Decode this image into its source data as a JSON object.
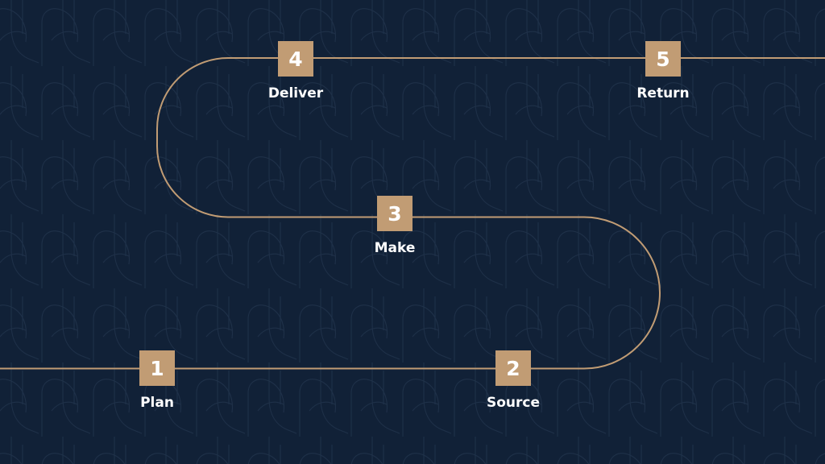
{
  "colors": {
    "background": "#112137",
    "accent": "#c19c74",
    "text": "#ffffff",
    "pattern_line": "#1e3048"
  },
  "steps": [
    {
      "number": "1",
      "label": "Plan"
    },
    {
      "number": "2",
      "label": "Source"
    },
    {
      "number": "3",
      "label": "Make"
    },
    {
      "number": "4",
      "label": "Deliver"
    },
    {
      "number": "5",
      "label": "Return"
    }
  ]
}
